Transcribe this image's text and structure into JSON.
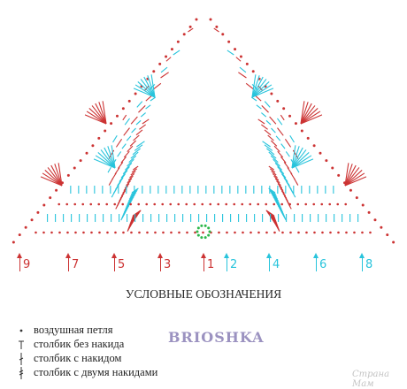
{
  "diagram": {
    "colors": {
      "red": "#cc3333",
      "cyan": "#28c4dc",
      "green": "#2db84a"
    },
    "row_markers": [
      {
        "label": "9",
        "color": "#cc3333"
      },
      {
        "label": "7",
        "color": "#cc3333"
      },
      {
        "label": "5",
        "color": "#cc3333"
      },
      {
        "label": "3",
        "color": "#cc3333"
      },
      {
        "label": "1",
        "color": "#cc3333"
      },
      {
        "label": "2",
        "color": "#28c4dc"
      },
      {
        "label": "4",
        "color": "#28c4dc"
      },
      {
        "label": "6",
        "color": "#28c4dc"
      },
      {
        "label": "8",
        "color": "#28c4dc"
      }
    ]
  },
  "legend": {
    "title": "УСЛОВНЫЕ ОБОЗНАЧЕНИЯ",
    "items": [
      {
        "symbol": "chain-stitch-dot",
        "label": "воздушная петля"
      },
      {
        "symbol": "single-crochet-t",
        "label": "столбик без накида"
      },
      {
        "symbol": "double-crochet-bar",
        "label": "столбик с накидом"
      },
      {
        "symbol": "treble-crochet-bar",
        "label": "столбик с двумя накидами"
      }
    ]
  },
  "watermarks": {
    "main": "BRIOSHKA",
    "site": "Страна Мам"
  }
}
